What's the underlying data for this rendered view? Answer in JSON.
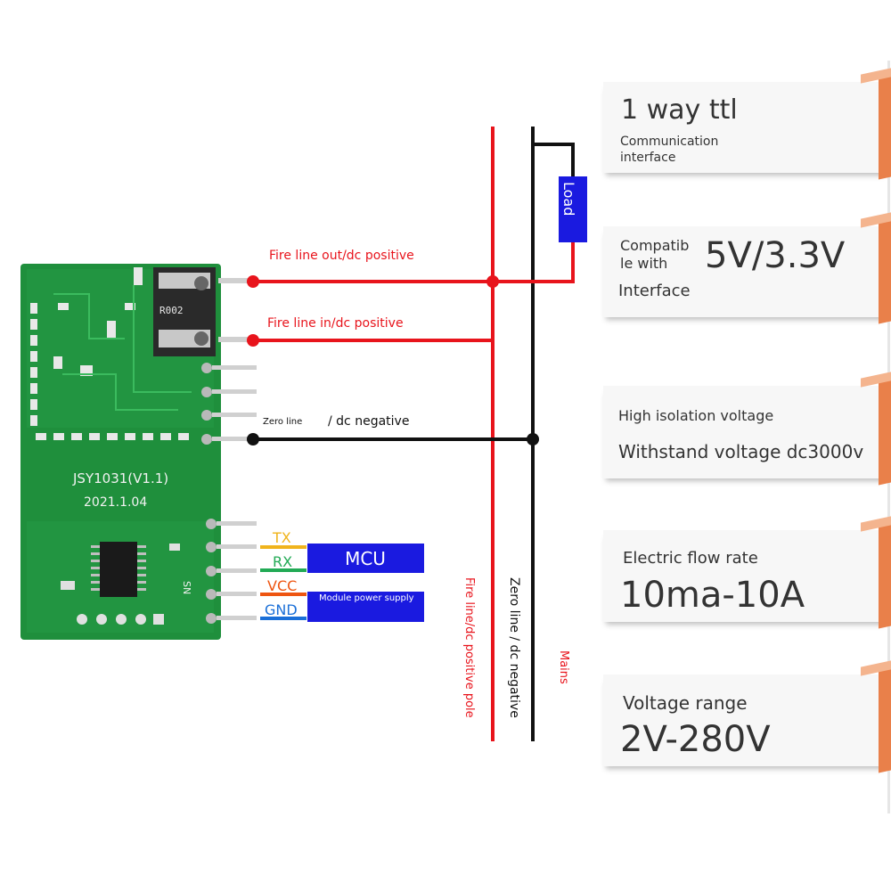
{
  "board": {
    "resistor_label": "R002",
    "model": "JSY1031(V1.1)",
    "date": "2021.1.04",
    "sn_label": "SN"
  },
  "wires": {
    "fire_out_label": "Fire line out/dc positive",
    "fire_in_label": "Fire line in/dc positive",
    "zero_label": "Zero line",
    "negative_label": "/ dc negative",
    "load_label": "Load",
    "vertical_fire": "Fire line/dc positive pole",
    "vertical_zero": "Zero line / dc negative",
    "mains": "Mains"
  },
  "pins": {
    "tx": "TX",
    "rx": "RX",
    "vcc": "VCC",
    "gnd": "GND",
    "mcu": "MCU",
    "module_power": "Module power supply"
  },
  "colors": {
    "red": "#e8141c",
    "black": "#111111",
    "blue": "#1a1ae0",
    "pcb": "#1f8f3c",
    "tx": "#f0b41c",
    "rx": "#22aa55",
    "vcc": "#ee5511",
    "gnd": "#1a6fd8",
    "accent": "#e9804a"
  },
  "features": [
    {
      "title": "1 way ttl",
      "subtitle": "Communication interface"
    },
    {
      "left": "Compatib le with",
      "big": "5V/3.3V",
      "bottom": "Interface"
    },
    {
      "title": "High isolation voltage",
      "subtitle": "Withstand voltage dc3000v"
    },
    {
      "title": "Electric flow rate",
      "value": "10ma-10A"
    },
    {
      "title": "Voltage range",
      "value": "2V-280V"
    }
  ]
}
